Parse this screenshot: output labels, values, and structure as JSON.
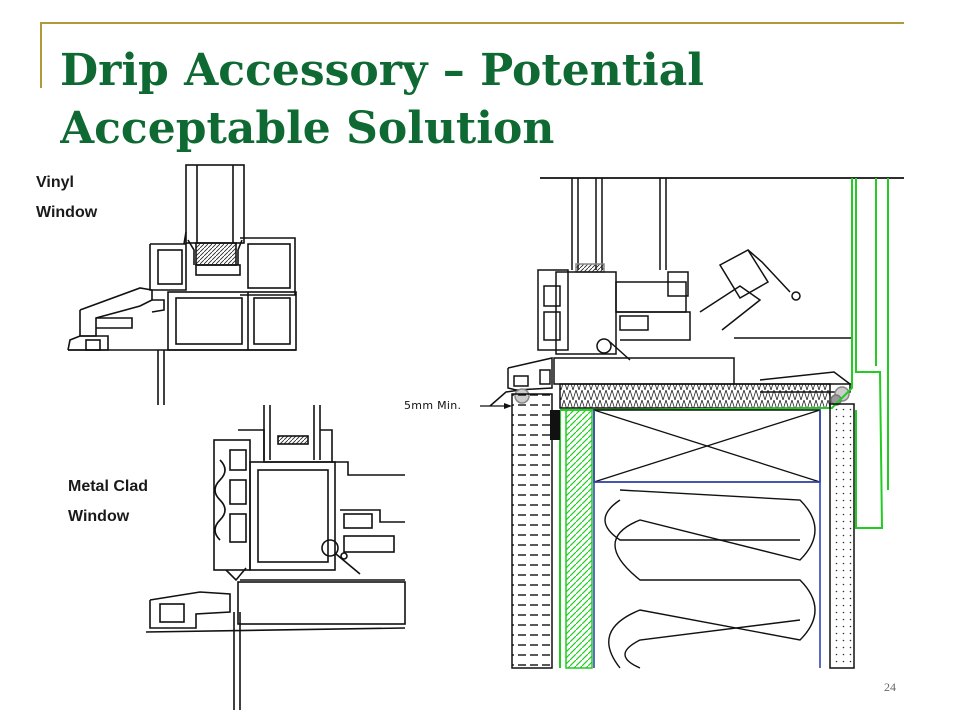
{
  "slide": {
    "title_line1": "Drip Accessory – Potential",
    "title_line2": "Acceptable Solution",
    "page_number": "24",
    "accent_color": "#0e6a32",
    "frame_color": "#b09a3a"
  },
  "labels": {
    "vinyl_line1": "Vinyl",
    "vinyl_line2": "Window",
    "metal_line1": "Metal Clad",
    "metal_line2": "Window",
    "dimension": "5mm  Min."
  },
  "colors": {
    "drawing": "#111111",
    "flashing": "#22cc22",
    "membrane": "#3344bb"
  }
}
